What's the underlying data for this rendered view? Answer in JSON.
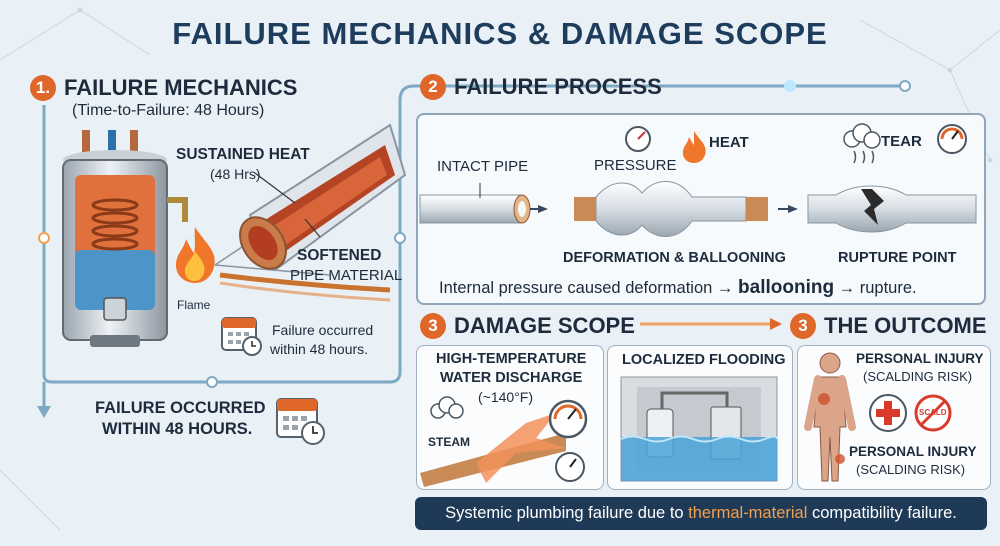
{
  "title": "FAILURE MECHANICS & DAMAGE SCOPE",
  "section1": {
    "number": "1.",
    "heading": "FAILURE MECHANICS",
    "subheading": "(Time-to-Failure: 48 Hours)",
    "sustained_heat": "SUSTAINED HEAT",
    "sustained_heat_sub": "(48 Hrs)",
    "softened": "SOFTENED",
    "pipe_material": "PIPE MATERIAL",
    "flame": "Flame",
    "calendar_note_1": "Failure occurred",
    "calendar_note_2": "within 48 hours.",
    "bottom_note_1": "FAILURE OCCURRED",
    "bottom_note_2": "WITHIN 48 HOURS."
  },
  "section2": {
    "number": "2",
    "heading": "FAILURE PROCESS",
    "intact_pipe": "INTACT PIPE",
    "pressure": "PRESSURE",
    "heat": "HEAT",
    "tear": "TEAR",
    "deformation": "DEFORMATION & BALLOONING",
    "rupture_point": "RUPTURE POINT",
    "caption_a": "Internal pressure caused deformation",
    "caption_b": "ballooning",
    "caption_c": "rupture.",
    "arrow": "→"
  },
  "section3": {
    "number": "3",
    "heading": "DAMAGE SCOPE",
    "outcome_number": "3",
    "outcome_heading": "THE OUTCOME",
    "discharge_1": "HIGH-TEMPERATURE",
    "discharge_2": "WATER DISCHARGE",
    "discharge_3": "(~140°F)",
    "steam": "STEAM",
    "flooding": "LOCALIZED FLOODING",
    "injury_1": "PERSONAL INJURY",
    "injury_1_sub": "(SCALDING RISK)",
    "injury_2": "PERSONAL INJURY",
    "injury_2_sub": "(SCALDING RISK)",
    "scald": "SCALD"
  },
  "footer": {
    "pre": "Systemic plumbing failure due to ",
    "highlight": "thermal-material",
    "post": " compatibility failure."
  },
  "colors": {
    "accent": "#e0672a",
    "navy": "#1f3a57",
    "water": "#4aa3d8"
  },
  "icons": [
    "calendar-icon",
    "gauge-icon",
    "fire-icon",
    "steam-cloud-icon",
    "first-aid-icon",
    "no-scald-icon",
    "water-heater-icon"
  ]
}
